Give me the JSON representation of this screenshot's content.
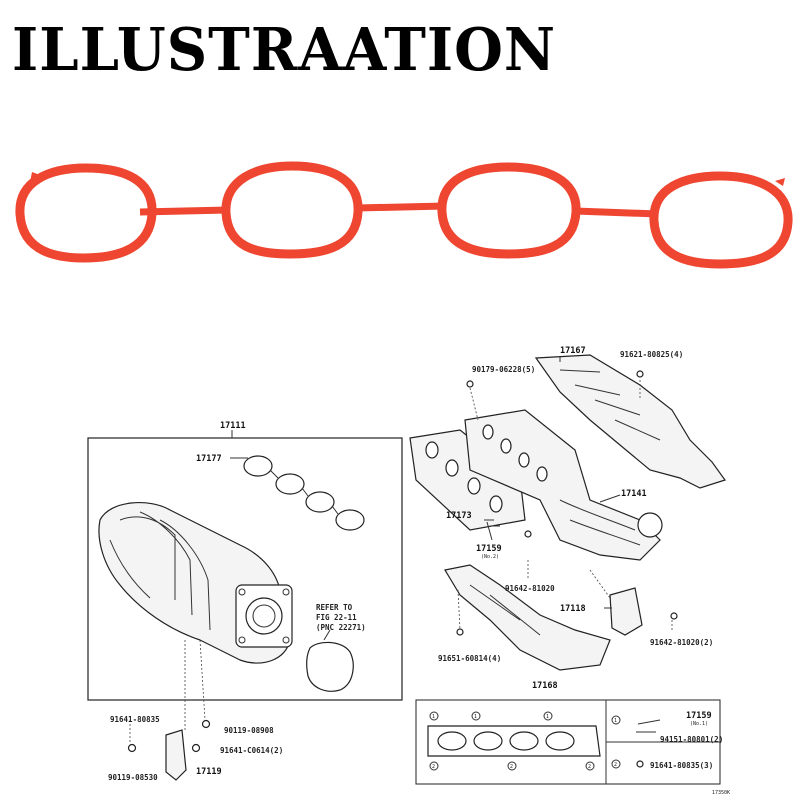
{
  "title": "ILLUSTRAATION",
  "colors": {
    "gasket": "#ef4631",
    "ink": "#222222"
  },
  "diagram": {
    "labels": {
      "p17111": "17111",
      "p17177": "17177",
      "p17167": "17167",
      "p90179": "90179-06228(5)",
      "p91621": "91621-80825(4)",
      "p17173": "17173",
      "p17141": "17141",
      "p17159": "17159",
      "p17159_sub": "(No.2)",
      "p91642a": "91642-81020",
      "p17118": "17118",
      "p91642b": "91642-81020(2)",
      "refer1": "REFER TO",
      "refer2": "FIG 22-11",
      "refer3": "(PNC 22271)",
      "p91651": "91651-60814(4)",
      "p17168": "17168",
      "p91641a": "91641-80835",
      "p90119a": "90119-08908",
      "p91641b": "91641-C0614(2)",
      "p17119": "17119",
      "p90119b": "90119-08530",
      "box_17159": "17159",
      "box_17159_sub": "(No.1)",
      "box_94151": "94151-80801(2)",
      "box_91641": "91641-80835(3)",
      "code": "17350K",
      "n1a": "1",
      "n1b": "1",
      "n1c": "1",
      "n2a": "2",
      "n2b": "2",
      "n2c": "2",
      "n1d": "1",
      "n2d": "2"
    }
  }
}
